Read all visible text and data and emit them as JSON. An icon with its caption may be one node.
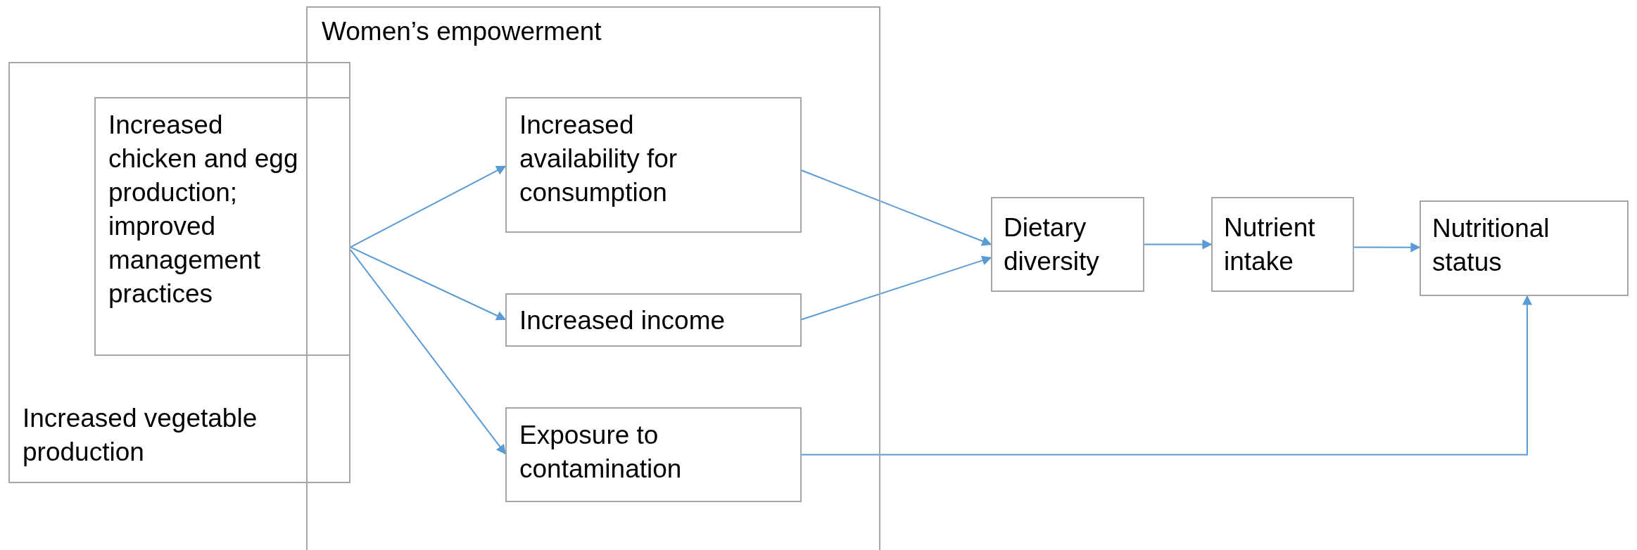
{
  "diagram": {
    "nodes": [
      {
        "text": [
          "Increased vegetable production"
        ]
      },
      {
        "text": [
          "Increased chicken and egg production; improved management practices"
        ],
        "in": 0
      },
      {
        "text": [
          "Women’s empowerment"
        ]
      },
      {
        "text": [
          "Increased availability for consumption"
        ],
        "in": 2
      },
      {
        "text": [
          "Increased income"
        ],
        "in": 2
      },
      {
        "text": [
          "Exposure to contamination"
        ],
        "in": 2
      },
      {
        "text": [
          "Dietary diversity"
        ]
      },
      {
        "text": [
          "Nutrient intake"
        ]
      },
      {
        "text": [
          "Nutritional status"
        ]
      }
    ],
    "edges": [
      {
        "from": 1,
        "to": 3,
        "arrow": "to"
      },
      {
        "from": 1,
        "to": 4,
        "arrow": "to"
      },
      {
        "from": 1,
        "to": 5,
        "arrow": "to"
      },
      {
        "from": 3,
        "to": 6,
        "arrow": "to"
      },
      {
        "from": 4,
        "to": 6,
        "arrow": "to"
      },
      {
        "from": 6,
        "to": 7,
        "arrow": "to"
      },
      {
        "from": 7,
        "to": 8,
        "arrow": "to"
      },
      {
        "from": 5,
        "to": 8,
        "arrow": "to"
      }
    ]
  }
}
